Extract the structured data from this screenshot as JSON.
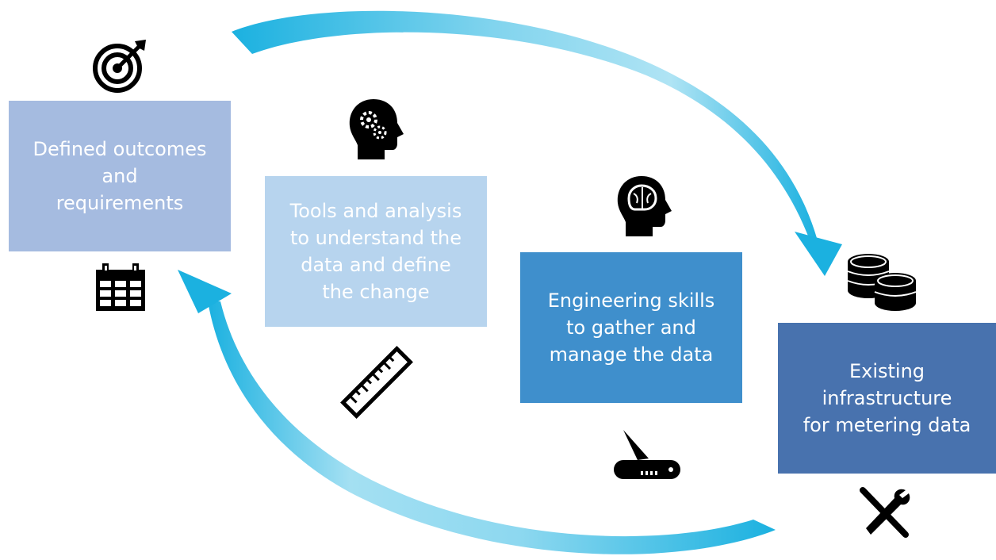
{
  "boxes": [
    {
      "id": "outcomes",
      "text": "Defined outcomes\nand\nrequirements",
      "color": "#a5bbe0"
    },
    {
      "id": "tools",
      "text": "Tools and analysis\nto understand the\ndata and define\nthe change",
      "color": "#b7d4ee"
    },
    {
      "id": "engineering",
      "text": "Engineering skills\nto gather and\nmanage the data",
      "color": "#3f8fcc"
    },
    {
      "id": "infrastructure",
      "text": "Existing\ninfrastructure\nfor metering data",
      "color": "#4872ae"
    }
  ],
  "icons": [
    "target-icon",
    "calendar-icon",
    "gears-head-icon",
    "ruler-icon",
    "brain-head-icon",
    "pocket-knife-icon",
    "coins-icon",
    "wrench-screwdriver-icon"
  ],
  "arrow_color": "#1bb1e0"
}
